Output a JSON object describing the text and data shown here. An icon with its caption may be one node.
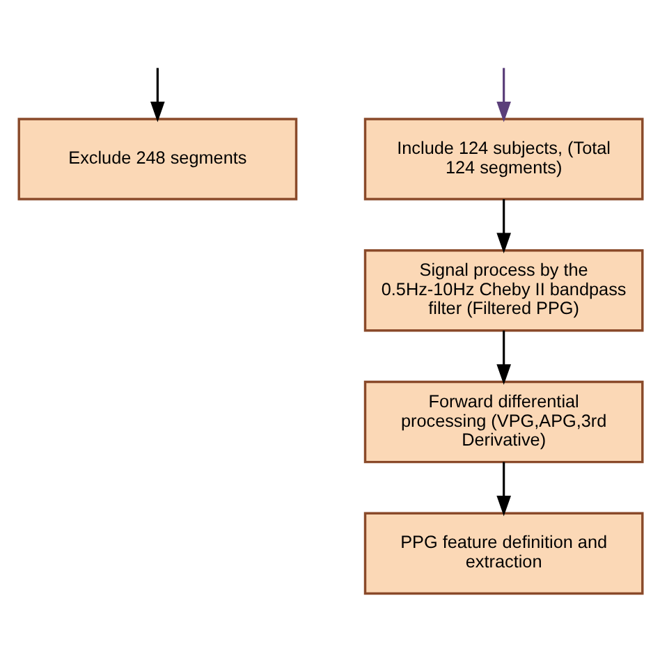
{
  "diagram": {
    "nodes": [
      {
        "text": [
          "Exclude 248 segments"
        ]
      },
      {
        "text": [
          "Include 124 subjects, (Total 124 segments)"
        ]
      },
      {
        "text": [
          "Signal process by the 0.5Hz-10Hz Cheby II bandpass filter (Filtered PPG)"
        ]
      },
      {
        "text": [
          "Forward differential processing (VPG,APG,3rd Derivative)"
        ]
      },
      {
        "text": [
          "PPG feature definition and extraction"
        ]
      }
    ],
    "edges": [
      {
        "from": null,
        "to": 0,
        "arrow": "to"
      },
      {
        "from": null,
        "to": 1,
        "arrow": "to",
        "color": "#5b3f7a"
      },
      {
        "from": 1,
        "to": 2,
        "arrow": "to"
      },
      {
        "from": 2,
        "to": 3,
        "arrow": "to"
      },
      {
        "from": 3,
        "to": 4,
        "arrow": "to"
      }
    ]
  }
}
